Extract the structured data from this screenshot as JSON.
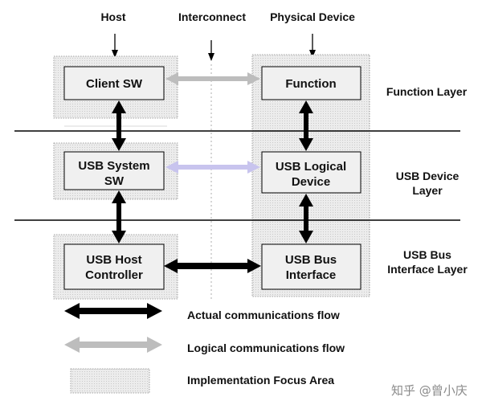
{
  "columns": {
    "host": "Host",
    "interconnect": "Interconnect",
    "physical_device": "Physical Device"
  },
  "layers": {
    "function": "Function Layer",
    "usb_device_line1": "USB Device",
    "usb_device_line2": "Layer",
    "usb_bus_line1": "USB Bus",
    "usb_bus_line2": "Interface Layer"
  },
  "boxes": {
    "client_sw": "Client SW",
    "usb_system_sw_line1": "USB System",
    "usb_system_sw_line2": "SW",
    "usb_host_controller_line1": "USB Host",
    "usb_host_controller_line2": "Controller",
    "function": "Function",
    "usb_logical_device_line1": "USB Logical",
    "usb_logical_device_line2": "Device",
    "usb_bus_interface_line1": "USB Bus",
    "usb_bus_interface_line2": "Interface"
  },
  "legend": {
    "actual": "Actual communications flow",
    "logical": "Logical communications flow",
    "focus": "Implementation Focus Area"
  },
  "watermark": "知乎 @曾小庆",
  "colors": {
    "actual_arrow": "#000000",
    "logical_arrow": "#bdbdbd",
    "system_logical_arrow": "#c8c4ee",
    "focus_area_fill": "#e9e9e9",
    "box_fill": "#f0f0f0"
  }
}
